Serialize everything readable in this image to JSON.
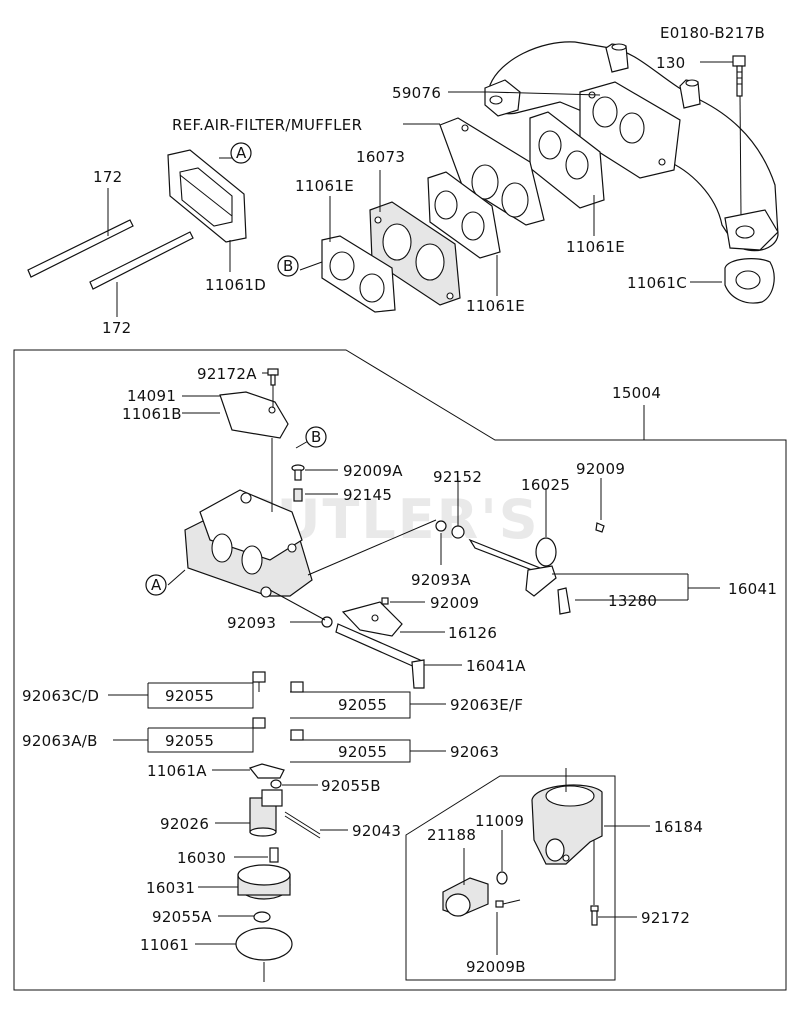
{
  "diagram_code": "E0180-B217B",
  "watermark": "CUTLER'S",
  "ref_note": "REF.AIR-FILTER/MUFFLER",
  "callouts": {
    "c130": "130",
    "c59076": "59076",
    "c172_top": "172",
    "c172_bot": "172",
    "c16073": "16073",
    "c11061E_a": "11061E",
    "c11061E_b": "11061E",
    "c11061E_c": "11061E",
    "c11061D": "11061D",
    "c11061C": "11061C",
    "c15004": "15004",
    "c92172A": "92172A",
    "c14091": "14091",
    "c11061B": "11061B",
    "c92009A": "92009A",
    "c92145": "92145",
    "c92152": "92152",
    "c16025": "16025",
    "c92009_a": "92009",
    "c92093A": "92093A",
    "c16041": "16041",
    "c13280": "13280",
    "c92009_b": "92009",
    "c92093": "92093",
    "c16126": "16126",
    "c16041A": "16041A",
    "c92063CD": "92063C/D",
    "c92055_1": "92055",
    "c92055_2": "92055",
    "c92063EF": "92063E/F",
    "c92063AB": "92063A/B",
    "c92055_3": "92055",
    "c92055_4": "92055",
    "c92063": "92063",
    "c11061A": "11061A",
    "c92055B": "92055B",
    "c92026": "92026",
    "c92043": "92043",
    "c16030": "16030",
    "c16031": "16031",
    "c92055A": "92055A",
    "c11061": "11061",
    "c11009": "11009",
    "c21188": "21188",
    "c16184": "16184",
    "c92172": "92172",
    "c92009B": "92009B"
  },
  "markers": {
    "a_top": "A",
    "b_left": "B",
    "b_mid": "B",
    "a_left": "A"
  }
}
